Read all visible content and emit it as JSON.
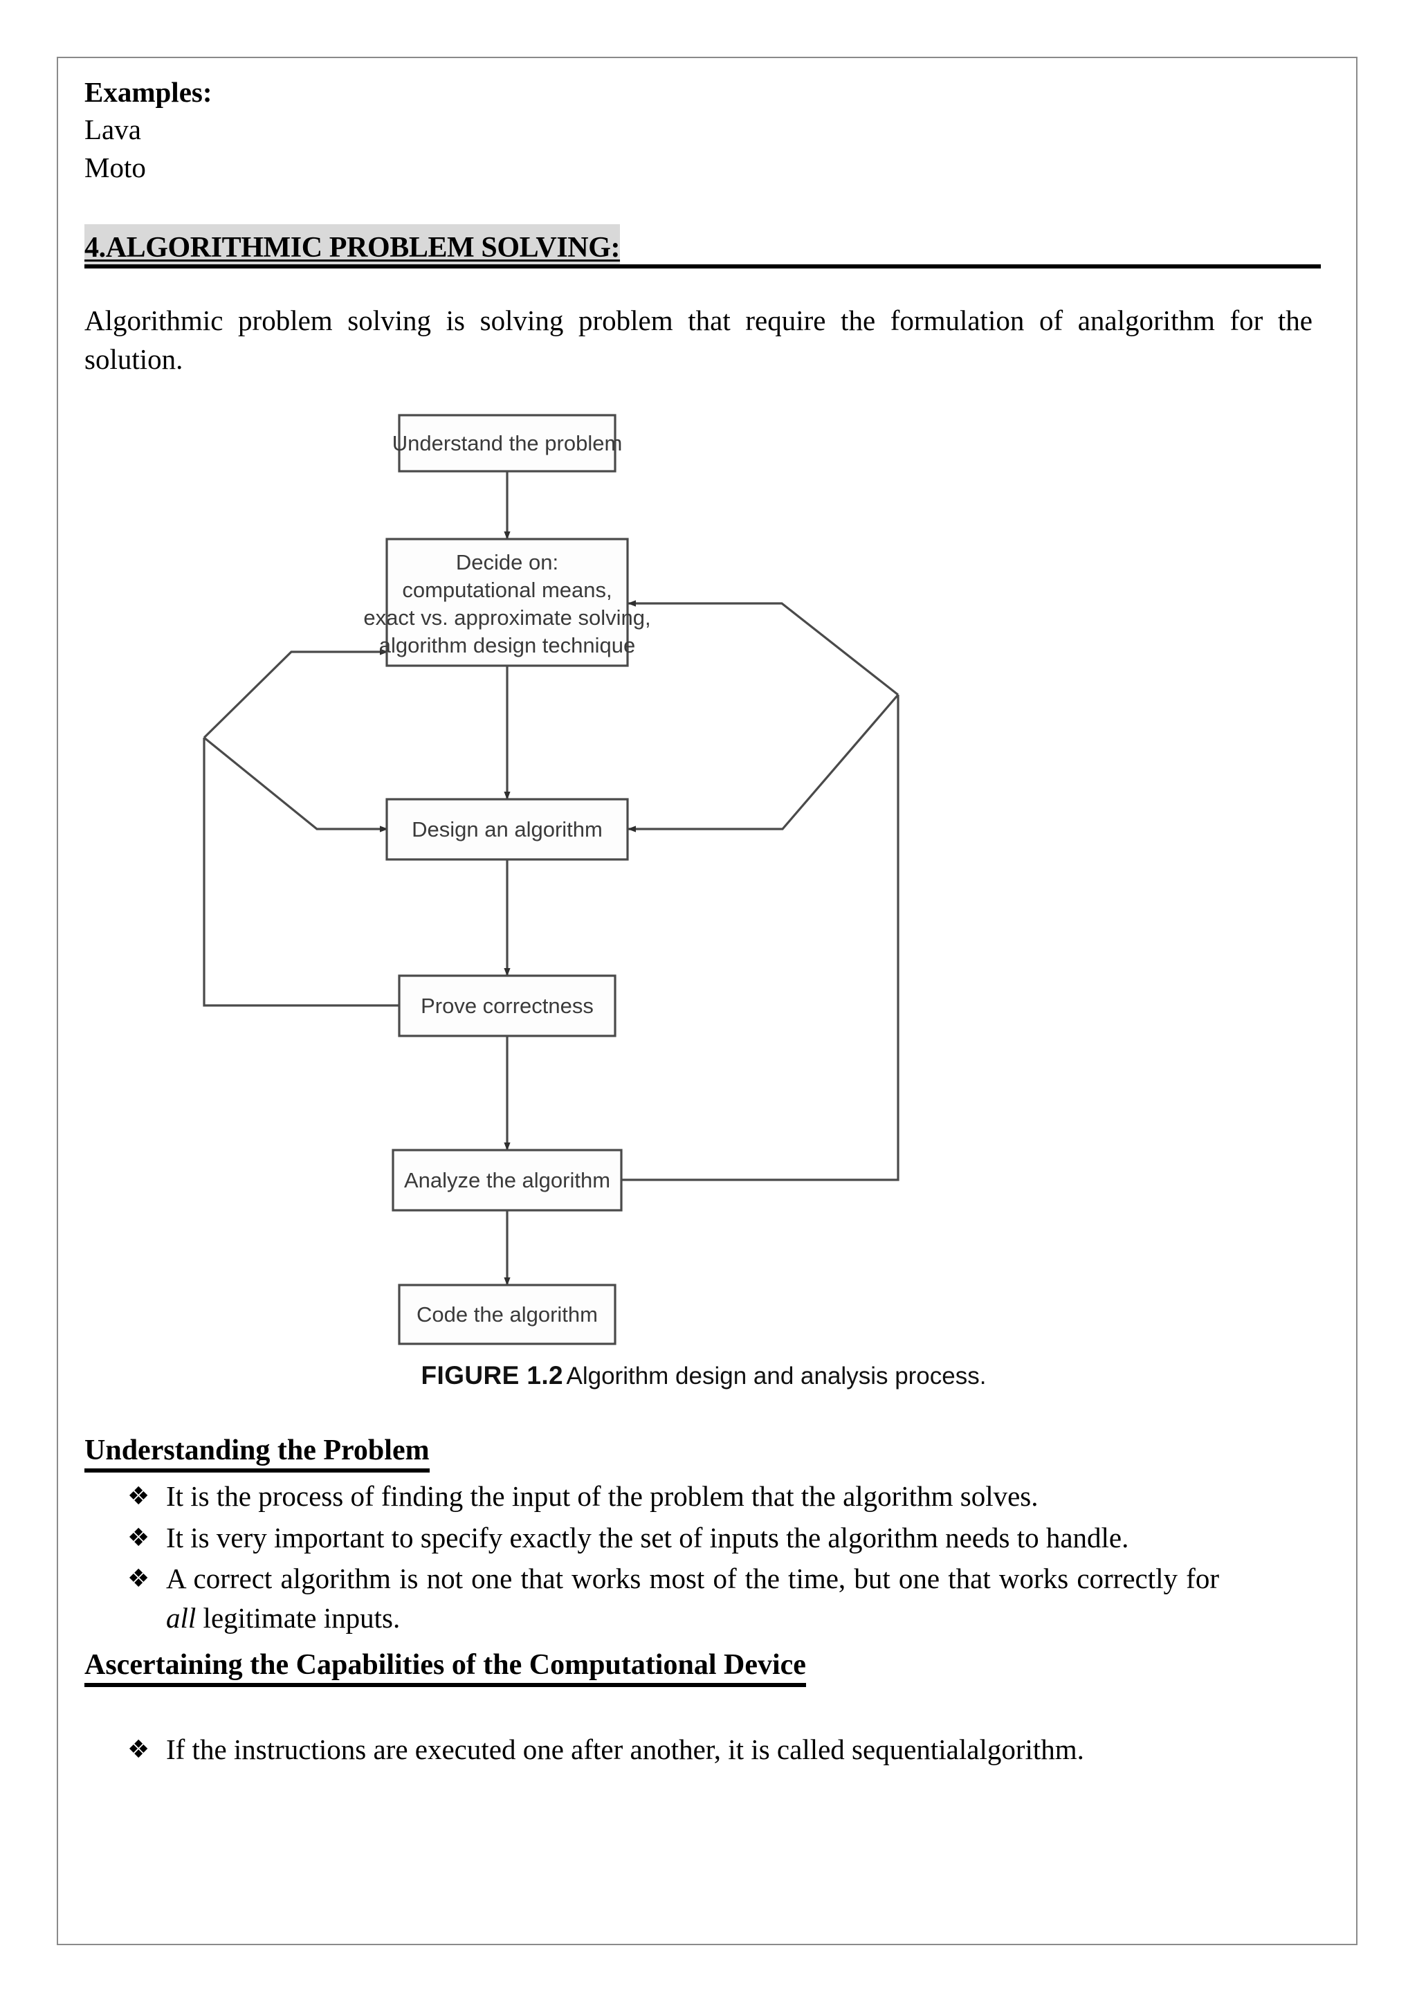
{
  "document": {
    "examples_heading": "Examples:",
    "examples": [
      "Lava",
      "Moto"
    ],
    "section_heading": "4.ALGORITHMIC PROBLEM SOLVING:",
    "intro_paragraph": "Algorithmic problem solving is solving problem that require the formulation of analgorithm for the solution.",
    "figure": {
      "caption_label": "FIGURE 1.2",
      "caption_text": "Algorithm design and analysis process.",
      "nodes": [
        {
          "id": "understand",
          "label": "Understand the problem"
        },
        {
          "id": "decide",
          "label_lines": [
            "Decide on:",
            "computational means,",
            "exact vs. approximate solving,",
            "algorithm design technique"
          ]
        },
        {
          "id": "design",
          "label": "Design an algorithm"
        },
        {
          "id": "prove",
          "label": "Prove correctness"
        },
        {
          "id": "analyze",
          "label": "Analyze the algorithm"
        },
        {
          "id": "code",
          "label": "Code the algorithm"
        }
      ],
      "edges": [
        {
          "from": "understand",
          "to": "decide",
          "kind": "forward"
        },
        {
          "from": "decide",
          "to": "design",
          "kind": "forward"
        },
        {
          "from": "design",
          "to": "prove",
          "kind": "forward"
        },
        {
          "from": "prove",
          "to": "analyze",
          "kind": "forward"
        },
        {
          "from": "analyze",
          "to": "code",
          "kind": "forward"
        },
        {
          "from": "prove",
          "to": "decide",
          "kind": "feedback-left"
        },
        {
          "from": "prove",
          "to": "design",
          "kind": "feedback-left"
        },
        {
          "from": "analyze",
          "to": "decide",
          "kind": "feedback-right"
        },
        {
          "from": "analyze",
          "to": "design",
          "kind": "feedback-right"
        }
      ],
      "line_color": "#4a4a4a",
      "text_color": "#3a3a3a"
    },
    "sections": [
      {
        "id": "understanding-the-problem",
        "heading": "Understanding the Problem",
        "bullets": [
          {
            "marker": "❖",
            "text": "It is the process of finding the input of the problem that the algorithm solves."
          },
          {
            "marker": "❖",
            "text": "It is very important to specify exactly the set of inputs the algorithm needs to handle."
          },
          {
            "marker": "❖",
            "pre": "A correct algorithm is not one that works most of the time, but one that works correctly for ",
            "emphasis": "all",
            "post": " legitimate inputs."
          }
        ]
      },
      {
        "id": "ascertaining-capabilities",
        "heading": "Ascertaining the Capabilities of the Computational Device",
        "bullets": [
          {
            "marker": "❖",
            "text": "If the instructions are executed one after another, it is called sequentialalgorithm."
          }
        ]
      }
    ],
    "colors": {
      "heading_highlight": "#d9d9d9",
      "page_border": "#8a8a8a",
      "text": "#000000"
    }
  }
}
